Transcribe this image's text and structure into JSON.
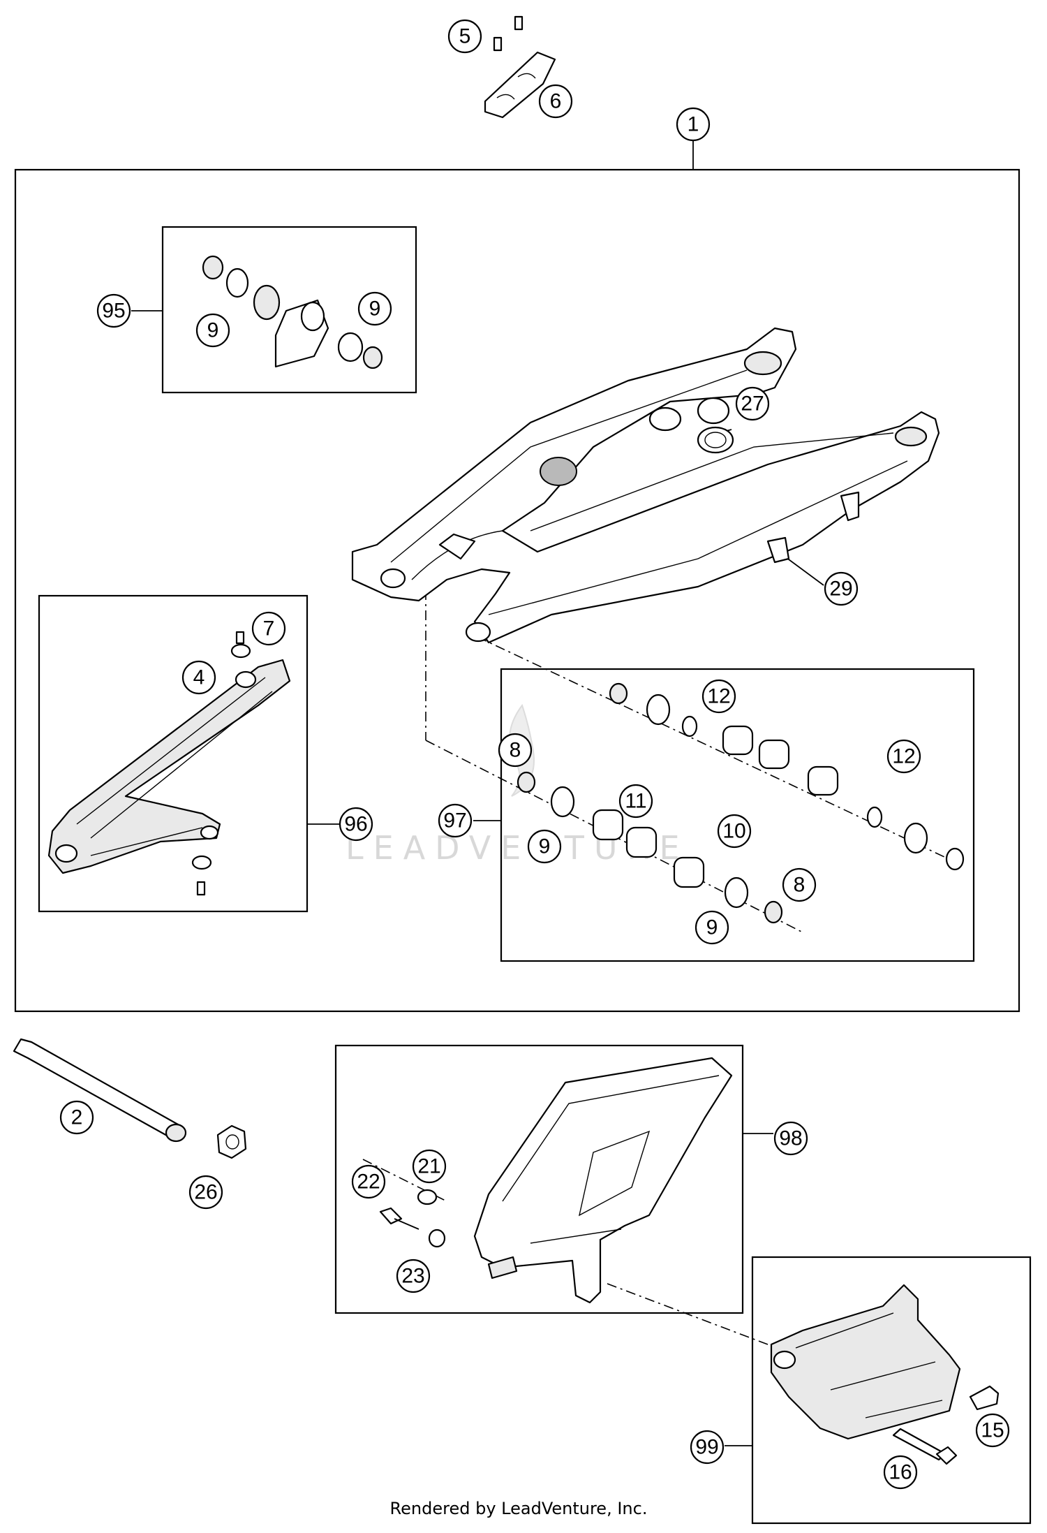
{
  "callouts": [
    {
      "id": "c-1",
      "label": "1"
    },
    {
      "id": "c-2",
      "label": "2"
    },
    {
      "id": "c-4",
      "label": "4"
    },
    {
      "id": "c-5",
      "label": "5"
    },
    {
      "id": "c-6",
      "label": "6"
    },
    {
      "id": "c-7",
      "label": "7"
    },
    {
      "id": "c-8a",
      "label": "8"
    },
    {
      "id": "c-8b",
      "label": "8"
    },
    {
      "id": "c-9a",
      "label": "9"
    },
    {
      "id": "c-9b",
      "label": "9"
    },
    {
      "id": "c-9c",
      "label": "9"
    },
    {
      "id": "c-9d",
      "label": "9"
    },
    {
      "id": "c-10",
      "label": "10"
    },
    {
      "id": "c-11",
      "label": "11"
    },
    {
      "id": "c-12a",
      "label": "12"
    },
    {
      "id": "c-12b",
      "label": "12"
    },
    {
      "id": "c-15",
      "label": "15"
    },
    {
      "id": "c-16",
      "label": "16"
    },
    {
      "id": "c-21",
      "label": "21"
    },
    {
      "id": "c-22",
      "label": "22"
    },
    {
      "id": "c-23",
      "label": "23"
    },
    {
      "id": "c-26",
      "label": "26"
    },
    {
      "id": "c-27",
      "label": "27"
    },
    {
      "id": "c-29",
      "label": "29"
    },
    {
      "id": "c-95",
      "label": "95"
    },
    {
      "id": "c-96",
      "label": "96"
    },
    {
      "id": "c-97",
      "label": "97"
    },
    {
      "id": "c-98",
      "label": "98"
    },
    {
      "id": "c-99",
      "label": "99"
    }
  ],
  "watermark": "LEADVENTURE",
  "footer": {
    "credit": "Rendered by LeadVenture, Inc."
  }
}
